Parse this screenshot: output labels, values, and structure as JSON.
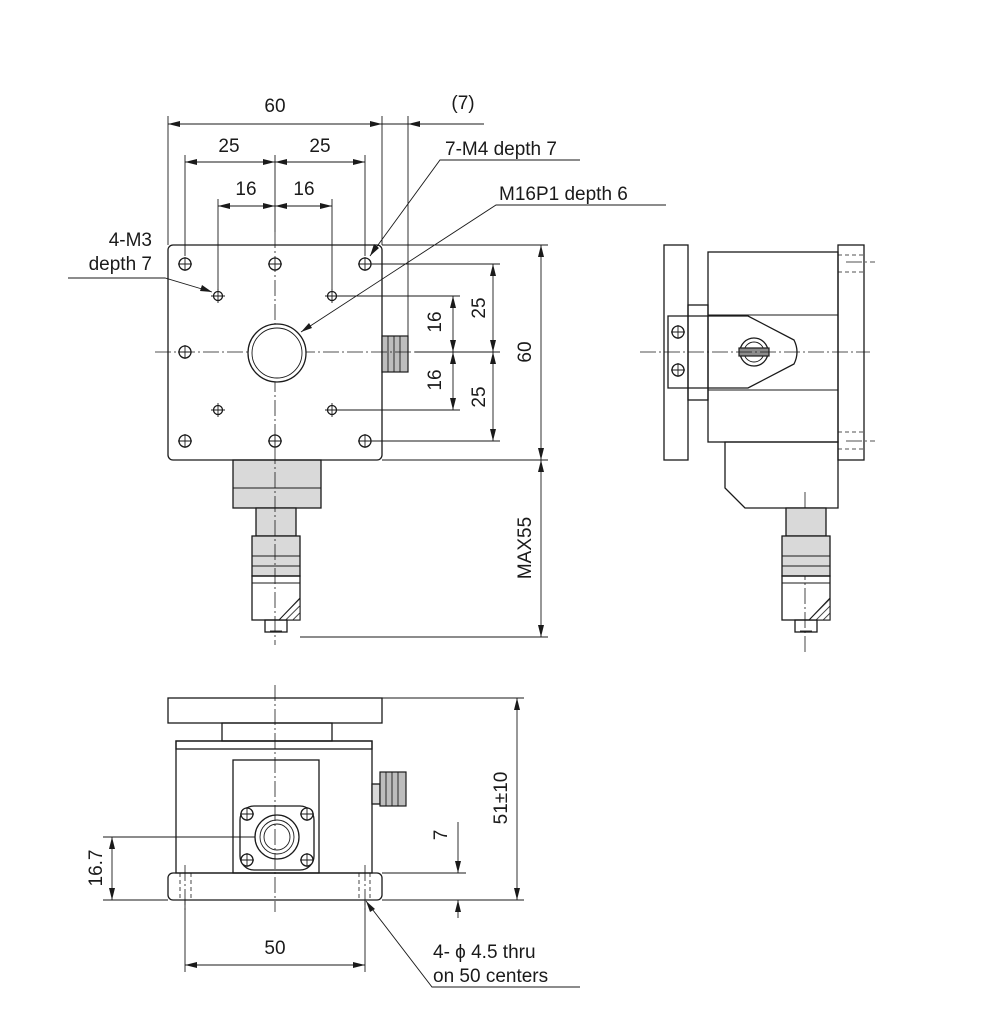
{
  "dimensions": {
    "top_width": "60",
    "half_left": "25",
    "half_right": "25",
    "inner_left": "16",
    "inner_right": "16",
    "offset_7": "(7)",
    "right_height": "60",
    "upper_25": "25",
    "lower_25": "25",
    "upper_16": "16",
    "lower_16": "16",
    "max_travel": "MAX55",
    "bottom_width": "50",
    "height_16_7": "16.7",
    "height_7": "7",
    "total_height": "51±10"
  },
  "callouts": {
    "m4": "7-M4 depth 7",
    "m16": "M16P1 depth 6",
    "m3_line1": "4-M3",
    "m3_line2": "depth 7",
    "thru_line1": "4- ϕ 4.5 thru",
    "thru_line2": "on 50 centers"
  }
}
